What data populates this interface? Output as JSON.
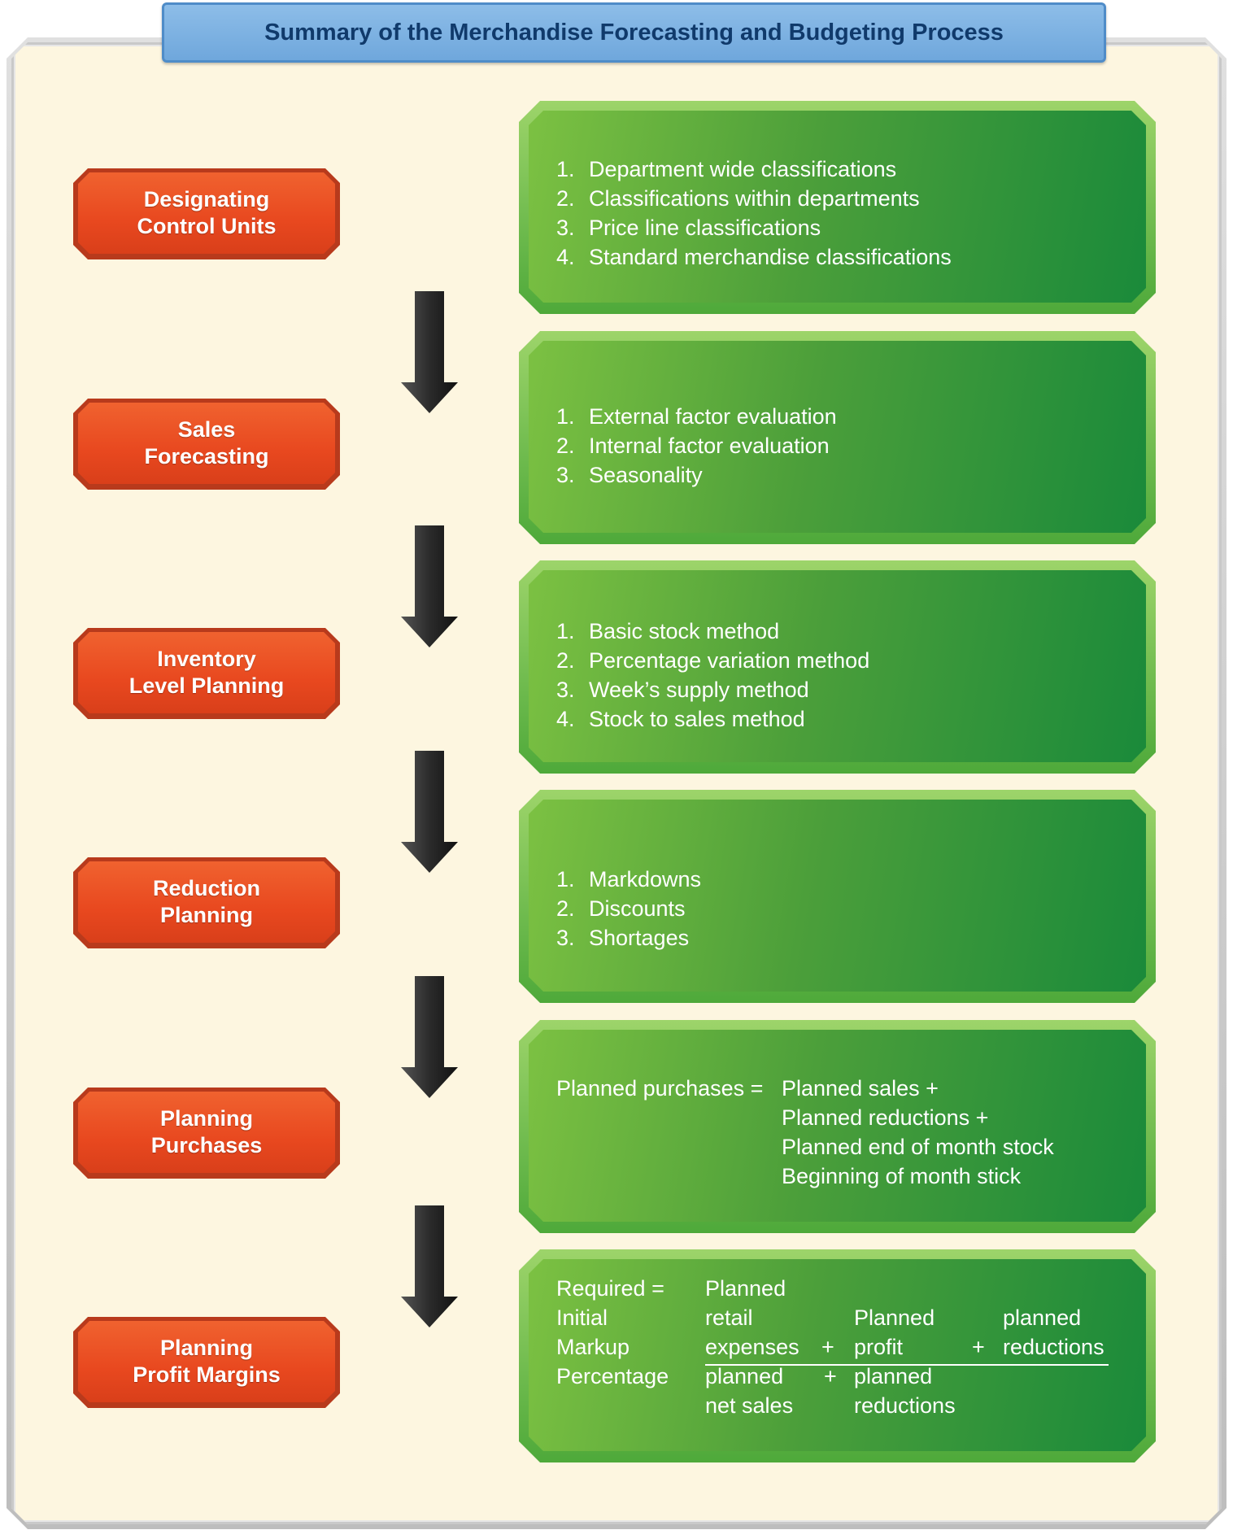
{
  "title": "Summary of the Merchandise Forecasting and Budgeting Process",
  "steps": [
    {
      "line1": "Designating",
      "line2": "Control Units"
    },
    {
      "line1": "Sales",
      "line2": "Forecasting"
    },
    {
      "line1": "Inventory",
      "line2": "Level Planning"
    },
    {
      "line1": "Reduction",
      "line2": "Planning"
    },
    {
      "line1": "Planning",
      "line2": "Purchases"
    },
    {
      "line1": "Planning",
      "line2": "Profit Margins"
    }
  ],
  "details": {
    "control_units": [
      {
        "num": "1.",
        "text": "Department wide classifications"
      },
      {
        "num": "2.",
        "text": "Classifications within departments"
      },
      {
        "num": "3.",
        "text": "Price line classifications"
      },
      {
        "num": "4.",
        "text": "Standard merchandise classifications"
      }
    ],
    "sales_forecasting": [
      {
        "num": "1.",
        "text": "External factor evaluation"
      },
      {
        "num": "2.",
        "text": "Internal factor evaluation"
      },
      {
        "num": "3.",
        "text": "Seasonality"
      }
    ],
    "inventory": [
      {
        "num": "1.",
        "text": "Basic stock method"
      },
      {
        "num": "2.",
        "text": "Percentage variation method"
      },
      {
        "num": "3.",
        "text": "Week’s supply method"
      },
      {
        "num": "4.",
        "text": "Stock to sales method"
      }
    ],
    "reduction": [
      {
        "num": "1.",
        "text": "Markdowns"
      },
      {
        "num": "2.",
        "text": "Discounts"
      },
      {
        "num": "3.",
        "text": "Shortages"
      }
    ],
    "purchases": {
      "lhs": "Planned purchases =",
      "terms": [
        "Planned sales +",
        "Planned reductions +",
        "Planned end of month stock",
        "Beginning of month stick"
      ]
    },
    "profit_margins": {
      "lhs": [
        "Required =",
        "Initial",
        "Markup",
        "Percentage"
      ],
      "num_term1": [
        "Planned",
        "retail",
        "expenses"
      ],
      "plus": "+",
      "num_term2": [
        "Planned",
        "profit"
      ],
      "num_term3": [
        "planned",
        "reductions"
      ],
      "den_term1": [
        "planned",
        "net sales"
      ],
      "den_term2": [
        "planned",
        "reductions"
      ]
    }
  }
}
